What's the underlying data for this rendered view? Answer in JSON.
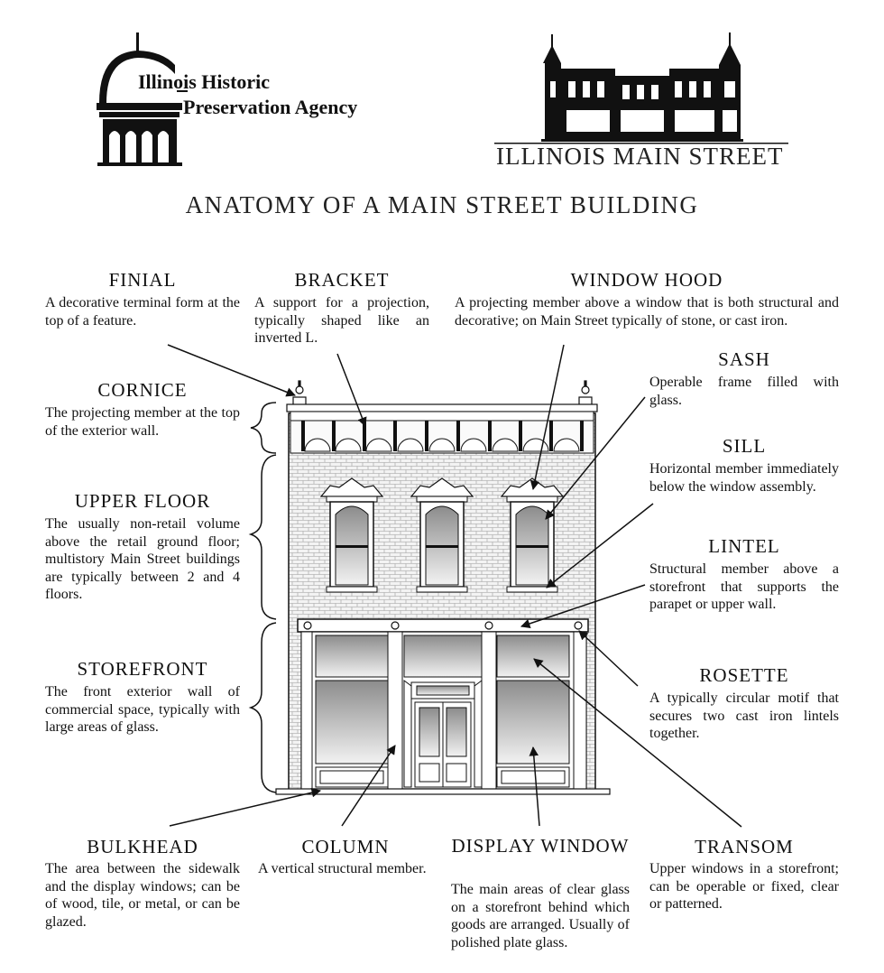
{
  "header": {
    "ihpa_line1": "Illinois Historic",
    "ihpa_line2": "Preservation Agency",
    "ims_title": "ILLINOIS MAIN STREET",
    "main_title": "ANATOMY OF A MAIN STREET BUILDING"
  },
  "terms": {
    "finial": {
      "term": "FINIAL",
      "definition": "A decorative terminal form at the top of a feature."
    },
    "bracket": {
      "term": "BRACKET",
      "definition": "A support for a projection, typically shaped like an inverted L."
    },
    "window_hood": {
      "term": "WINDOW HOOD",
      "definition": "A projecting member above a window that is both structural and decorative; on Main Street typically of stone, or cast iron."
    },
    "cornice": {
      "term": "CORNICE",
      "definition": "The projecting member at the top of the exterior wall."
    },
    "sash": {
      "term": "SASH",
      "definition": "Operable frame filled with glass."
    },
    "upper_floor": {
      "term": "UPPER FLOOR",
      "definition": "The usually non-retail volume above the retail ground floor; multistory Main Street buildings are typically between 2 and 4 floors."
    },
    "sill": {
      "term": "SILL",
      "definition": "Horizontal member immediately below the window assembly."
    },
    "lintel": {
      "term": "LINTEL",
      "definition": "Structural member above a storefront that supports the parapet or upper wall."
    },
    "storefront": {
      "term": "STOREFRONT",
      "definition": "The front exterior wall of commercial space, typically with large areas of glass."
    },
    "rosette": {
      "term": "ROSETTE",
      "definition": "A typically circular motif that secures two cast iron lintels together."
    },
    "bulkhead": {
      "term": "BULKHEAD",
      "definition": "The area between the sidewalk and the display windows; can be of wood, tile, or metal, or can be glazed."
    },
    "column": {
      "term": "COLUMN",
      "definition": "A vertical structural member."
    },
    "display_window": {
      "term": "DISPLAY WINDOW",
      "definition": "The main areas of clear glass on a storefront behind which goods are arranged. Usually of polished plate glass."
    },
    "transom": {
      "term": "TRANSOM",
      "definition": "Upper windows in a storefront; can be operable or fixed, clear or patterned."
    }
  },
  "colors": {
    "ink": "#111111",
    "brick": "#f1f1f1",
    "glass_top": "#8a8a8a",
    "glass_bottom": "#f4f4f4"
  }
}
